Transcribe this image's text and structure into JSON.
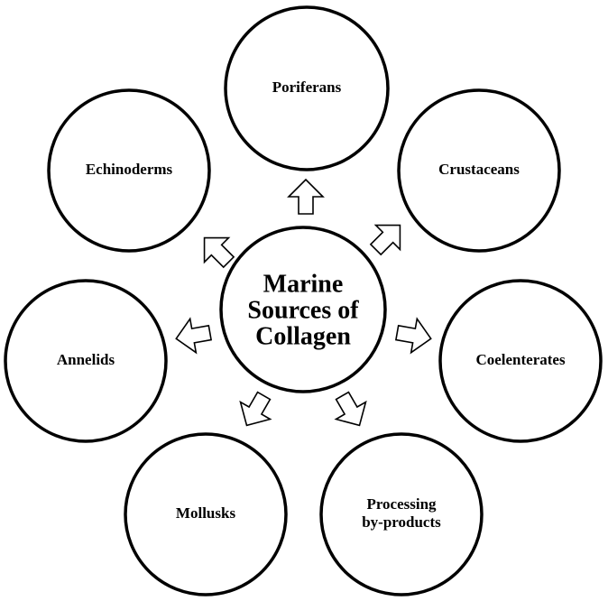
{
  "center": {
    "lines": [
      "Marine",
      "Sources of",
      "Collagen"
    ]
  },
  "nodes": [
    {
      "id": "poriferans",
      "lines": [
        "Poriferans"
      ]
    },
    {
      "id": "crustaceans",
      "lines": [
        "Crustaceans"
      ]
    },
    {
      "id": "coelenterates",
      "lines": [
        "Coelenterates"
      ]
    },
    {
      "id": "processing-by-products",
      "lines": [
        "Processing",
        "by-products"
      ]
    },
    {
      "id": "mollusks",
      "lines": [
        "Mollusks"
      ]
    },
    {
      "id": "annelids",
      "lines": [
        "Annelids"
      ]
    },
    {
      "id": "echinoderms",
      "lines": [
        "Echinoderms"
      ]
    }
  ],
  "colors": {
    "stroke": "#000000",
    "fill": "#ffffff"
  }
}
